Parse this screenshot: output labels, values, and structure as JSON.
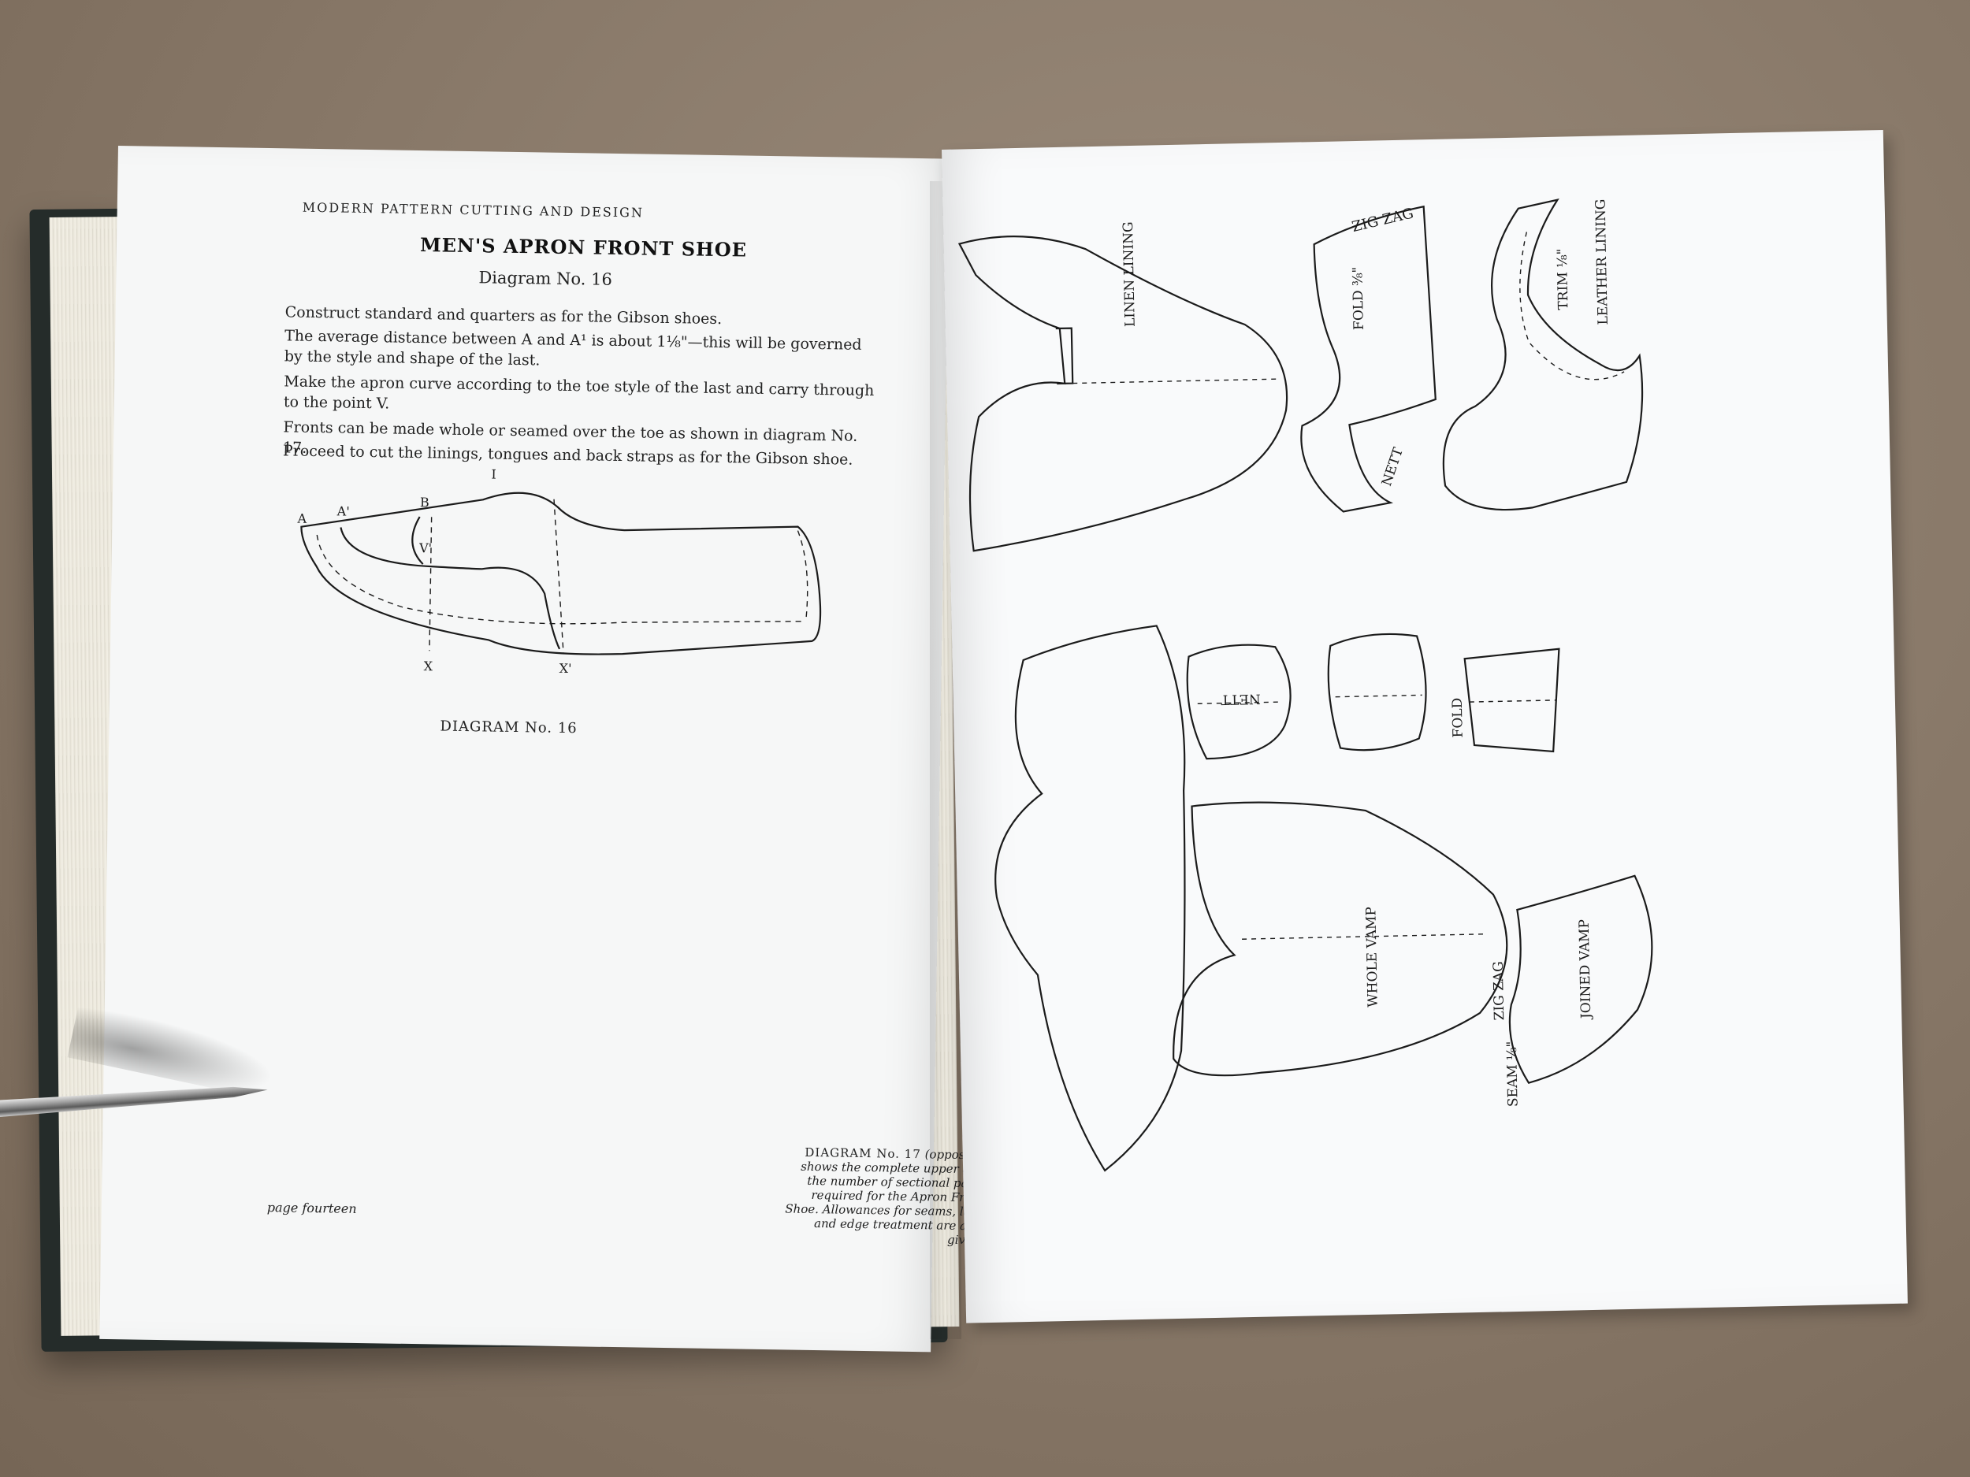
{
  "left_page": {
    "running_head": "MODERN PATTERN CUTTING AND DESIGN",
    "title": "MEN'S APRON FRONT SHOE",
    "subtitle": "Diagram No. 16",
    "paragraphs": [
      "Construct standard and quarters as for the Gibson shoes.",
      "The average distance between A and A¹ is about 1⅛\"—this will be governed by the style and shape of the last.",
      "Make the apron curve according to the toe style of the last and carry through to the point V.",
      "Fronts can be made whole or seamed over the toe as shown in diagram No. 17.",
      "Proceed to cut the linings, tongues and back straps as for the Gibson shoe."
    ],
    "diagram_labels": {
      "a": "A",
      "a1": "A'",
      "b": "B",
      "i": "I",
      "v1": "V'",
      "x": "X",
      "x1": "X'"
    },
    "diagram_caption": "DIAGRAM No. 16",
    "side_note_lead": "DIAGRAM No. 17",
    "side_note_rest": "(opposite) shows the complete upper and the number of sectional parts required for the Apron Front Shoe. Allowances for seams, laps and edge treatment are also given.",
    "page_number": "page fourteen"
  },
  "right_page": {
    "labels": {
      "linen_lining": "LINEN LINING",
      "zig_zag_top": "ZIG ZAG",
      "fold_top": "FOLD ⅜\"",
      "nett_top": "NETT",
      "trim": "TRIM ⅛\"",
      "leather_lining": "LEATHER LINING",
      "nett_tongue": "NETT",
      "fold_strap": "FOLD",
      "whole_vamp": "WHOLE VAMP",
      "zig_zag_bottom": "ZIG ZAG",
      "seam": "SEAM ⅛\"",
      "joined_vamp": "JOINED VAMP"
    }
  }
}
